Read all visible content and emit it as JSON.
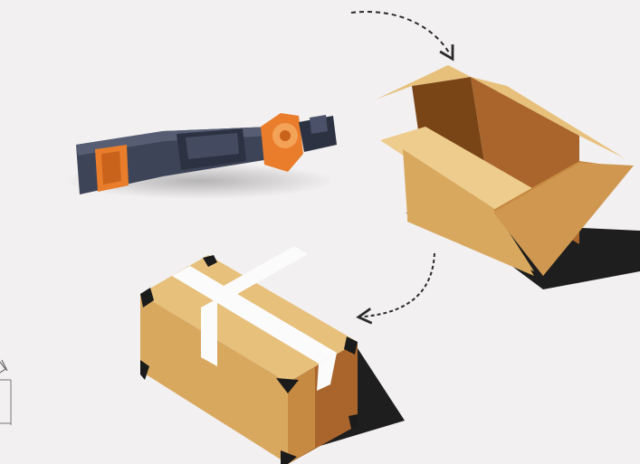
{
  "scene": {
    "description_free": true,
    "background_color": "#f2f0f0",
    "colors": {
      "cardboard_light": "#e7c07b",
      "cardboard_mid": "#d9a85f",
      "cardboard_dark": "#a9652c",
      "cardboard_inner": "#7a4516",
      "tape": "#fbfbfb",
      "corner_protector": "#1b1b1b",
      "shadow": "#1e1e1e",
      "tool_body": "#3e4457",
      "tool_accent": "#e97d2c",
      "arrow": "#2b2b2b"
    },
    "icons": [
      "power-tool-illustration",
      "open-box-illustration",
      "sealed-box-illustration",
      "curved-arrow-icon",
      "measurement-marker-icon"
    ]
  }
}
